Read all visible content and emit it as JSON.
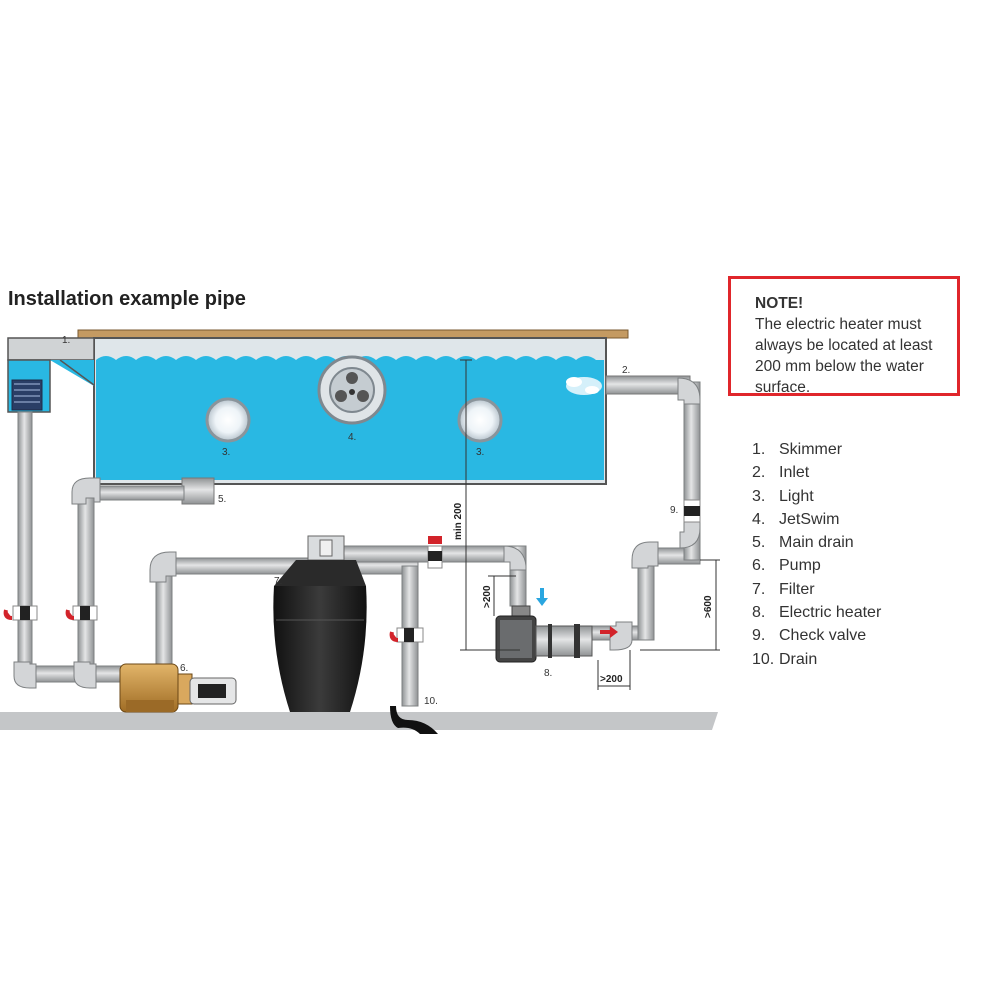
{
  "title": "Installation example pipe",
  "note": {
    "heading": "NOTE!",
    "body": "The electric heater must always be located at least 200 mm below the water surface."
  },
  "legend": [
    {
      "num": "1.",
      "label": "Skimmer"
    },
    {
      "num": "2.",
      "label": "Inlet"
    },
    {
      "num": "3.",
      "label": "Light"
    },
    {
      "num": "4.",
      "label": "JetSwim"
    },
    {
      "num": "5.",
      "label": "Main drain"
    },
    {
      "num": "6.",
      "label": "Pump"
    },
    {
      "num": "7.",
      "label": "Filter"
    },
    {
      "num": "8.",
      "label": "Electric heater"
    },
    {
      "num": "9.",
      "label": "Check valve"
    },
    {
      "num": "10.",
      "label": "Drain"
    }
  ],
  "diagram_labels": {
    "skimmer": "1.",
    "inlet": "2.",
    "light_left": "3.",
    "light_right": "3.",
    "jetswim": "4.",
    "main_drain": "5.",
    "pump": "6.",
    "filter": "7.",
    "heater": "8.",
    "check_valve": "9.",
    "drain": "10."
  },
  "dimensions": {
    "min_depth": "min 200",
    "heater_top": ">200",
    "heater_side": ">200",
    "heater_height": ">600"
  },
  "colors": {
    "water": "#29b8e3",
    "pipe": "#c9cbcd",
    "valve": "#d2232a",
    "note_border": "#e0262b",
    "pump": "#c8913f",
    "filter": "#222222"
  }
}
